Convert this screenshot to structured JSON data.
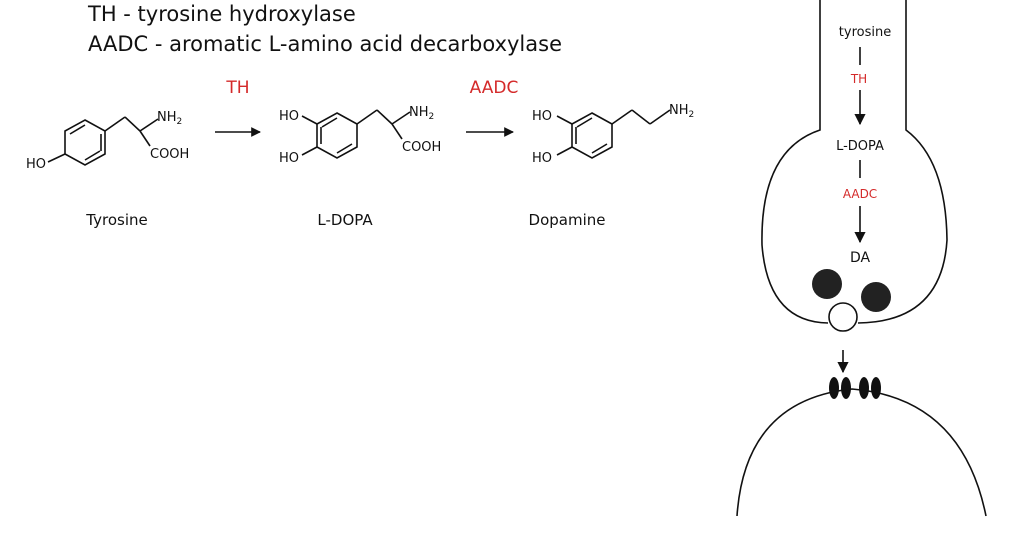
{
  "legend": {
    "th_line": "TH - tyrosine hydroxylase",
    "aadc_line": "AADC - aromatic L-amino acid decarboxylase"
  },
  "pathway": {
    "enzyme1": "TH",
    "enzyme2": "AADC",
    "molecules": [
      {
        "name": "Tyrosine",
        "labels": {
          "ho_bottom": "HO",
          "nh2": "NH2",
          "cooh": "COOH"
        }
      },
      {
        "name": "L-DOPA",
        "labels": {
          "ho_top": "HO",
          "ho_bottom": "HO",
          "nh2": "NH2",
          "cooh": "COOH"
        }
      },
      {
        "name": "Dopamine",
        "labels": {
          "ho_top": "HO",
          "ho_bottom": "HO",
          "nh2": "NH2"
        }
      }
    ]
  },
  "neuron": {
    "tyrosine": "tyrosine",
    "th": "TH",
    "ldopa": "L-DOPA",
    "aadc": "AADC",
    "da": "DA"
  },
  "colors": {
    "enzyme": "#d42a2a",
    "ink": "#111111"
  }
}
